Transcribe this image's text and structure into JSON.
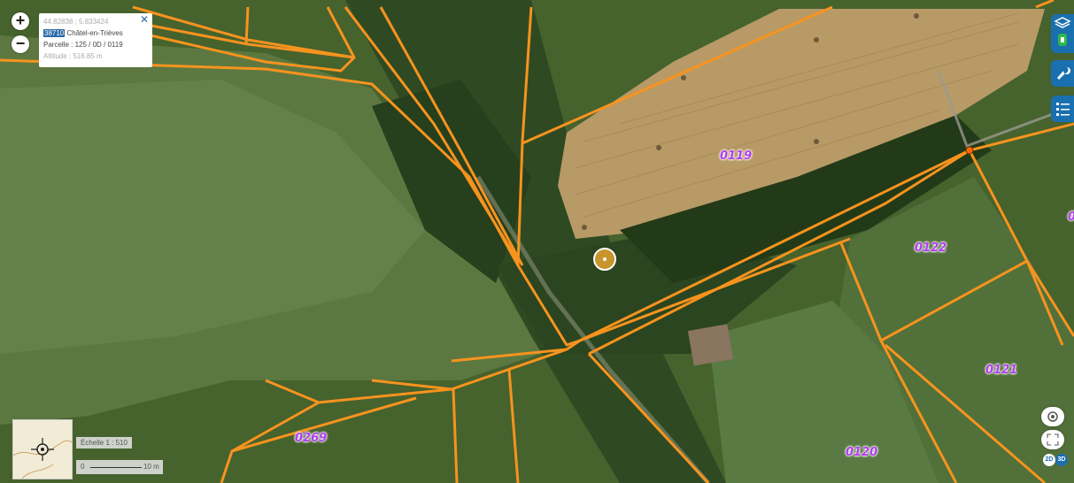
{
  "popup": {
    "coords": "44.82838 ; 5.833424",
    "commune_code": "38710",
    "commune_name": "Châtel-en-Trièves",
    "parcel": "Parcelle : 125 / 0D / 0119",
    "altitude": "Altitude : 516.85 m",
    "close": "✕"
  },
  "zoom": {
    "in": "+",
    "out": "−"
  },
  "parcels": [
    {
      "label": "0119"
    },
    {
      "label": "0122"
    },
    {
      "label": "0121"
    },
    {
      "label": "0120"
    },
    {
      "label": "0269"
    },
    {
      "label": "0"
    }
  ],
  "scale": {
    "label": "Échelle 1 : 510",
    "bar_start": "0",
    "bar_end": "10 m"
  },
  "view_toggle": {
    "two_d": "2D",
    "three_d": "3D"
  },
  "colors": {
    "parcel_line": "#f7931e",
    "parcel_label": "#b23cf0",
    "tool_blue": "#1a6fae"
  },
  "icons": [
    "layers-icon",
    "wrench-icon",
    "list-icon",
    "locate-icon",
    "fullscreen-icon",
    "compass-icon"
  ]
}
